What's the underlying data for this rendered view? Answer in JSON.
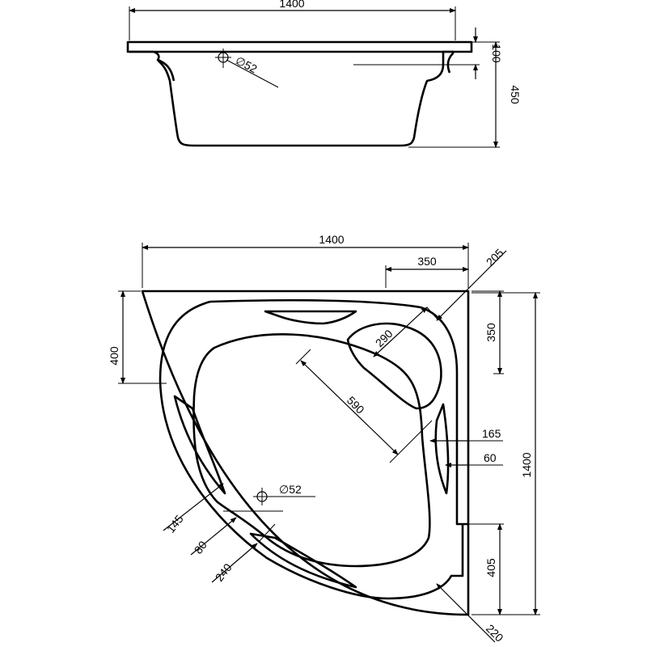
{
  "side_view": {
    "width": "1400",
    "drain": "∅52",
    "rim": "100",
    "height": "450"
  },
  "plan_view": {
    "width": "1400",
    "offset_350_top": "350",
    "corner_205": "205",
    "side_400": "400",
    "headrest_290": "290",
    "right_350": "350",
    "diagonal_590": "590",
    "right_165": "165",
    "right_60": "60",
    "height_1400": "1400",
    "drain": "∅52",
    "dim_145": "145",
    "dim_80": "80",
    "dim_240": "240",
    "right_405": "405",
    "corner_220": "220"
  }
}
